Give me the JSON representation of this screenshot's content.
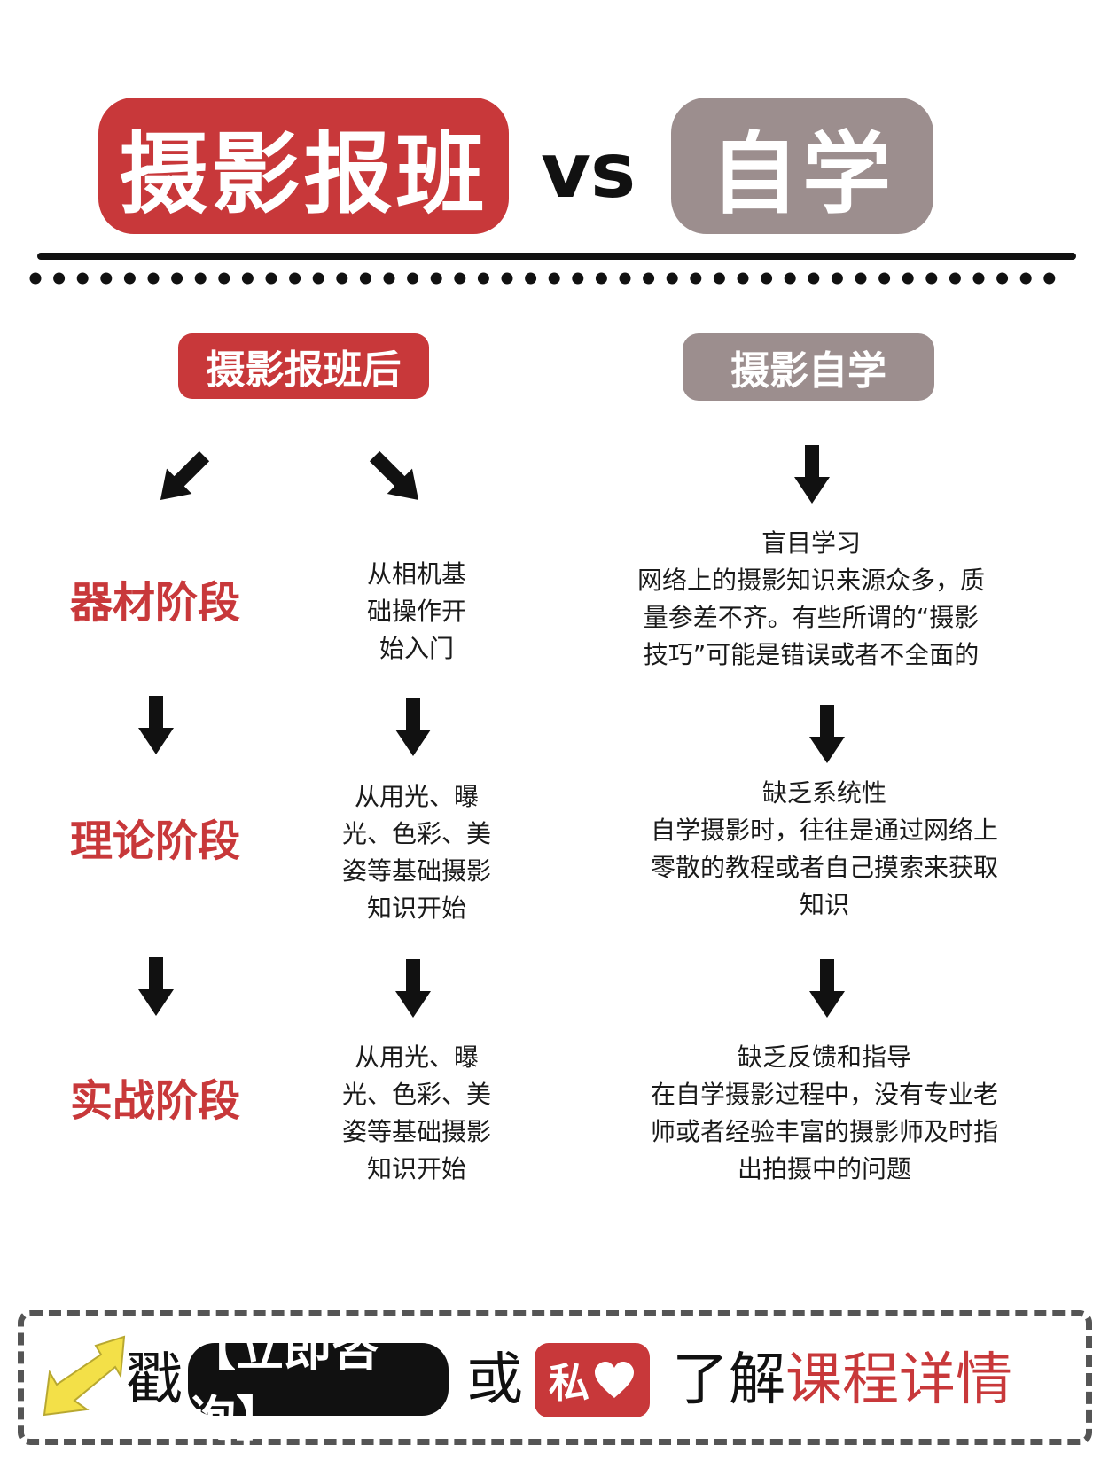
{
  "header": {
    "left_title": "摄影报班",
    "vs": "vs",
    "right_title": "自学"
  },
  "left_column": {
    "label": "摄影报班后",
    "stages": [
      "器材阶段",
      "理论阶段",
      "实战阶段"
    ],
    "descriptions": [
      [
        "从相机基",
        "础操作开",
        "始入门"
      ],
      [
        "从用光、曝",
        "光、色彩、美",
        "姿等基础摄影",
        "知识开始"
      ],
      [
        "从用光、曝",
        "光、色彩、美",
        "姿等基础摄影",
        "知识开始"
      ]
    ]
  },
  "right_column": {
    "label": "摄影自学",
    "items": [
      {
        "lines": [
          "盲目学习",
          "网络上的摄影知识来源众多，质",
          "量参差不齐。有些所谓的“摄影",
          "技巧”可能是错误或者不全面的"
        ]
      },
      {
        "lines": [
          "缺乏系统性",
          "自学摄影时，往往是通过网络上",
          "零散的教程或者自己摸索来获取",
          "知识"
        ]
      },
      {
        "lines": [
          "缺乏反馈和指导",
          "在自学摄影过程中，没有专业老",
          "师或者经验丰富的摄影师及时指",
          "出拍摄中的问题"
        ]
      }
    ]
  },
  "footer": {
    "prefix": "戳",
    "button_label": "【立即咨询】",
    "or": "或",
    "private_label": "私",
    "suffix_black": "了解",
    "suffix_red": "课程详情"
  },
  "colors": {
    "red": "#c8383a",
    "gray": "#9c8e8e",
    "black": "#111111",
    "arrow_yellow": "#f3e048"
  }
}
